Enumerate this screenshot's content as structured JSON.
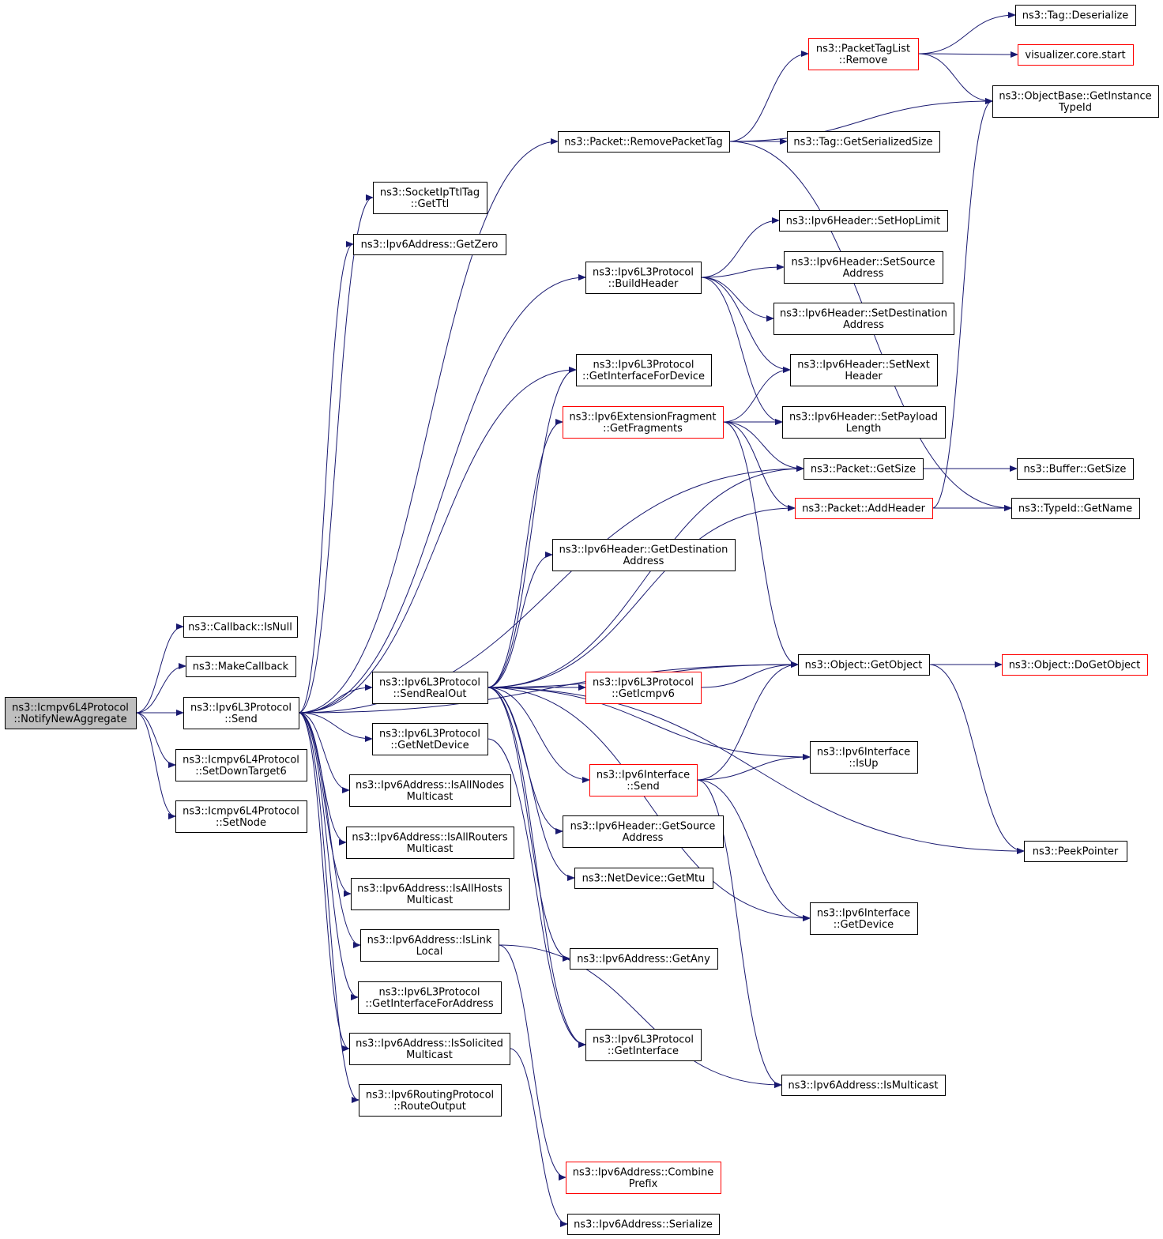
{
  "colors": {
    "edge": "#191970",
    "node_border": "#000000",
    "node_border_incomplete": "#ff0000",
    "root_fill": "#bfbfbf",
    "node_fill": "#ffffff"
  },
  "nodes": [
    {
      "id": "root",
      "lines": [
        "ns3::Icmpv6L4Protocol",
        "::NotifyNewAggregate"
      ],
      "style": "root"
    },
    {
      "id": "cbisnull",
      "lines": [
        "ns3::Callback::IsNull"
      ],
      "style": "normal"
    },
    {
      "id": "makecb",
      "lines": [
        "ns3::MakeCallback"
      ],
      "style": "normal"
    },
    {
      "id": "send",
      "lines": [
        "ns3::Ipv6L3Protocol",
        "::Send"
      ],
      "style": "normal"
    },
    {
      "id": "setdown",
      "lines": [
        "ns3::Icmpv6L4Protocol",
        "::SetDownTarget6"
      ],
      "style": "normal"
    },
    {
      "id": "setnode",
      "lines": [
        "ns3::Icmpv6L4Protocol",
        "::SetNode"
      ],
      "style": "normal"
    },
    {
      "id": "getttl",
      "lines": [
        "ns3::SocketIpTtlTag",
        "::GetTtl"
      ],
      "style": "normal"
    },
    {
      "id": "getzero",
      "lines": [
        "ns3::Ipv6Address::GetZero"
      ],
      "style": "normal"
    },
    {
      "id": "sendrealout",
      "lines": [
        "ns3::Ipv6L3Protocol",
        "::SendRealOut"
      ],
      "style": "normal"
    },
    {
      "id": "getnetdev",
      "lines": [
        "ns3::Ipv6L3Protocol",
        "::GetNetDevice"
      ],
      "style": "normal"
    },
    {
      "id": "isallnodes",
      "lines": [
        "ns3::Ipv6Address::IsAllNodes",
        "Multicast"
      ],
      "style": "normal"
    },
    {
      "id": "isallrouters",
      "lines": [
        "ns3::Ipv6Address::IsAllRouters",
        "Multicast"
      ],
      "style": "normal"
    },
    {
      "id": "isallhosts",
      "lines": [
        "ns3::Ipv6Address::IsAllHosts",
        "Multicast"
      ],
      "style": "normal"
    },
    {
      "id": "islinklocal",
      "lines": [
        "ns3::Ipv6Address::IsLink",
        "Local"
      ],
      "style": "normal"
    },
    {
      "id": "getifaddr",
      "lines": [
        "ns3::Ipv6L3Protocol",
        "::GetInterfaceForAddress"
      ],
      "style": "normal"
    },
    {
      "id": "issolicited",
      "lines": [
        "ns3::Ipv6Address::IsSolicited",
        "Multicast"
      ],
      "style": "normal"
    },
    {
      "id": "routeoutput",
      "lines": [
        "ns3::Ipv6RoutingProtocol",
        "::RouteOutput"
      ],
      "style": "normal"
    },
    {
      "id": "removepkt",
      "lines": [
        "ns3::Packet::RemovePacketTag"
      ],
      "style": "normal"
    },
    {
      "id": "buildheader",
      "lines": [
        "ns3::Ipv6L3Protocol",
        "::BuildHeader"
      ],
      "style": "normal"
    },
    {
      "id": "getifdev",
      "lines": [
        "ns3::Ipv6L3Protocol",
        "::GetInterfaceForDevice"
      ],
      "style": "normal"
    },
    {
      "id": "getfrag",
      "lines": [
        "ns3::Ipv6ExtensionFragment",
        "::GetFragments"
      ],
      "style": "incomplete"
    },
    {
      "id": "getdest",
      "lines": [
        "ns3::Ipv6Header::GetDestination",
        "Address"
      ],
      "style": "normal"
    },
    {
      "id": "geticmp",
      "lines": [
        "ns3::Ipv6L3Protocol",
        "::GetIcmpv6"
      ],
      "style": "incomplete"
    },
    {
      "id": "ifsend",
      "lines": [
        "ns3::Ipv6Interface",
        "::Send"
      ],
      "style": "incomplete"
    },
    {
      "id": "getsrc",
      "lines": [
        "ns3::Ipv6Header::GetSource",
        "Address"
      ],
      "style": "normal"
    },
    {
      "id": "getmtu",
      "lines": [
        "ns3::NetDevice::GetMtu"
      ],
      "style": "normal"
    },
    {
      "id": "getany",
      "lines": [
        "ns3::Ipv6Address::GetAny"
      ],
      "style": "normal"
    },
    {
      "id": "getif",
      "lines": [
        "ns3::Ipv6L3Protocol",
        "::GetInterface"
      ],
      "style": "normal"
    },
    {
      "id": "combine",
      "lines": [
        "ns3::Ipv6Address::Combine",
        "Prefix"
      ],
      "style": "incomplete"
    },
    {
      "id": "serialize",
      "lines": [
        "ns3::Ipv6Address::Serialize"
      ],
      "style": "normal"
    },
    {
      "id": "taglistremove",
      "lines": [
        "ns3::PacketTagList",
        "::Remove"
      ],
      "style": "incomplete"
    },
    {
      "id": "taggetsize",
      "lines": [
        "ns3::Tag::GetSerializedSize"
      ],
      "style": "normal"
    },
    {
      "id": "sethop",
      "lines": [
        "ns3::Ipv6Header::SetHopLimit"
      ],
      "style": "normal"
    },
    {
      "id": "setsrc",
      "lines": [
        "ns3::Ipv6Header::SetSource",
        "Address"
      ],
      "style": "normal"
    },
    {
      "id": "setdst",
      "lines": [
        "ns3::Ipv6Header::SetDestination",
        "Address"
      ],
      "style": "normal"
    },
    {
      "id": "setnext",
      "lines": [
        "ns3::Ipv6Header::SetNext",
        "Header"
      ],
      "style": "normal"
    },
    {
      "id": "setpayload",
      "lines": [
        "ns3::Ipv6Header::SetPayload",
        "Length"
      ],
      "style": "normal"
    },
    {
      "id": "pktgetsize",
      "lines": [
        "ns3::Packet::GetSize"
      ],
      "style": "normal"
    },
    {
      "id": "addheader",
      "lines": [
        "ns3::Packet::AddHeader"
      ],
      "style": "incomplete"
    },
    {
      "id": "getobject",
      "lines": [
        "ns3::Object::GetObject"
      ],
      "style": "normal"
    },
    {
      "id": "isup",
      "lines": [
        "ns3::Ipv6Interface",
        "::IsUp"
      ],
      "style": "normal"
    },
    {
      "id": "ifgetdev",
      "lines": [
        "ns3::Ipv6Interface",
        "::GetDevice"
      ],
      "style": "normal"
    },
    {
      "id": "ismcast",
      "lines": [
        "ns3::Ipv6Address::IsMulticast"
      ],
      "style": "normal"
    },
    {
      "id": "tagdeser",
      "lines": [
        "ns3::Tag::Deserialize"
      ],
      "style": "normal"
    },
    {
      "id": "vizstart",
      "lines": [
        "visualizer.core.start"
      ],
      "style": "incomplete"
    },
    {
      "id": "objbasegetid",
      "lines": [
        "ns3::ObjectBase::GetInstance",
        "TypeId"
      ],
      "style": "normal"
    },
    {
      "id": "bufgetsize",
      "lines": [
        "ns3::Buffer::GetSize"
      ],
      "style": "normal"
    },
    {
      "id": "typeidname",
      "lines": [
        "ns3::TypeId::GetName"
      ],
      "style": "normal"
    },
    {
      "id": "dogetobject",
      "lines": [
        "ns3::Object::DoGetObject"
      ],
      "style": "incomplete"
    },
    {
      "id": "peekptr",
      "lines": [
        "ns3::PeekPointer"
      ],
      "style": "normal"
    }
  ],
  "edges": [
    [
      "root",
      "cbisnull"
    ],
    [
      "root",
      "makecb"
    ],
    [
      "root",
      "send"
    ],
    [
      "root",
      "setdown"
    ],
    [
      "root",
      "setnode"
    ],
    [
      "send",
      "getttl"
    ],
    [
      "send",
      "getzero"
    ],
    [
      "send",
      "sendrealout"
    ],
    [
      "send",
      "getnetdev"
    ],
    [
      "send",
      "isallnodes"
    ],
    [
      "send",
      "isallrouters"
    ],
    [
      "send",
      "isallhosts"
    ],
    [
      "send",
      "islinklocal"
    ],
    [
      "send",
      "getifaddr"
    ],
    [
      "send",
      "issolicited"
    ],
    [
      "send",
      "routeoutput"
    ],
    [
      "send",
      "removepkt"
    ],
    [
      "send",
      "buildheader"
    ],
    [
      "send",
      "getifdev"
    ],
    [
      "send",
      "pktgetsize"
    ],
    [
      "send",
      "getobject"
    ],
    [
      "sendrealout",
      "getifdev"
    ],
    [
      "sendrealout",
      "getfrag"
    ],
    [
      "sendrealout",
      "getdest"
    ],
    [
      "sendrealout",
      "pktgetsize"
    ],
    [
      "sendrealout",
      "addheader"
    ],
    [
      "sendrealout",
      "getobject"
    ],
    [
      "sendrealout",
      "geticmp"
    ],
    [
      "sendrealout",
      "isup"
    ],
    [
      "sendrealout",
      "ifsend"
    ],
    [
      "sendrealout",
      "getsrc"
    ],
    [
      "sendrealout",
      "getmtu"
    ],
    [
      "sendrealout",
      "ifgetdev"
    ],
    [
      "sendrealout",
      "getany"
    ],
    [
      "sendrealout",
      "peekptr"
    ],
    [
      "sendrealout",
      "getif"
    ],
    [
      "getnetdev",
      "getif"
    ],
    [
      "islinklocal",
      "combine"
    ],
    [
      "islinklocal",
      "ismcast"
    ],
    [
      "issolicited",
      "serialize"
    ],
    [
      "removepkt",
      "taglistremove"
    ],
    [
      "removepkt",
      "objbasegetid"
    ],
    [
      "removepkt",
      "taggetsize"
    ],
    [
      "removepkt",
      "typeidname"
    ],
    [
      "buildheader",
      "sethop"
    ],
    [
      "buildheader",
      "setsrc"
    ],
    [
      "buildheader",
      "setdst"
    ],
    [
      "buildheader",
      "setnext"
    ],
    [
      "buildheader",
      "setpayload"
    ],
    [
      "getfrag",
      "setnext"
    ],
    [
      "getfrag",
      "setpayload"
    ],
    [
      "getfrag",
      "pktgetsize"
    ],
    [
      "getfrag",
      "addheader"
    ],
    [
      "getfrag",
      "getobject"
    ],
    [
      "geticmp",
      "getobject"
    ],
    [
      "ifsend",
      "getobject"
    ],
    [
      "ifsend",
      "isup"
    ],
    [
      "ifsend",
      "ifgetdev"
    ],
    [
      "ifsend",
      "ismcast"
    ],
    [
      "taglistremove",
      "tagdeser"
    ],
    [
      "taglistremove",
      "vizstart"
    ],
    [
      "taglistremove",
      "objbasegetid"
    ],
    [
      "pktgetsize",
      "bufgetsize"
    ],
    [
      "addheader",
      "objbasegetid"
    ],
    [
      "addheader",
      "typeidname"
    ],
    [
      "getobject",
      "dogetobject"
    ],
    [
      "getobject",
      "peekptr"
    ]
  ]
}
